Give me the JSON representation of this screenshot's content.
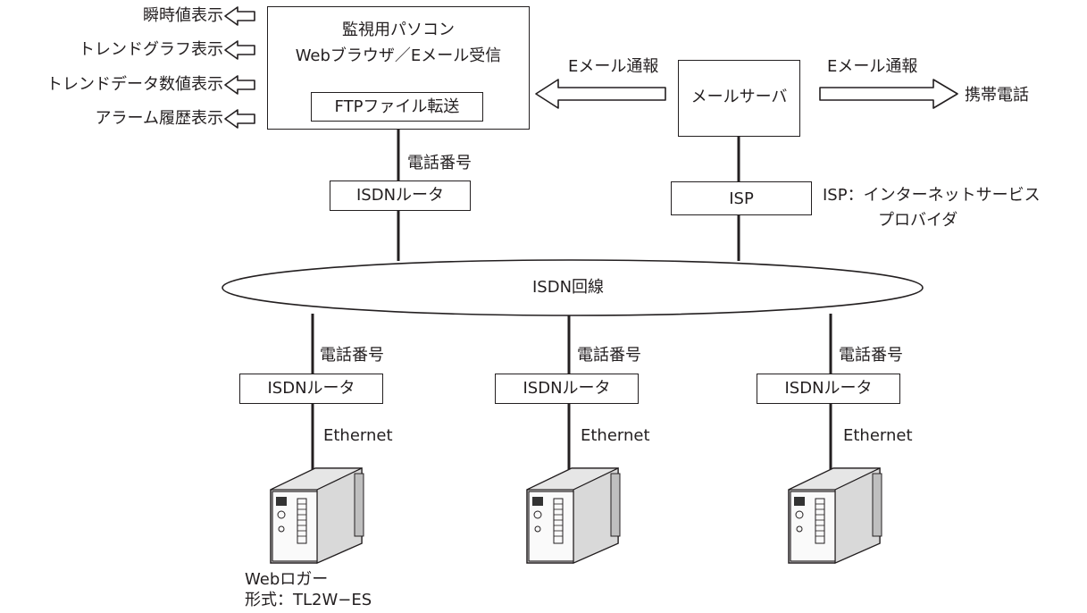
{
  "pc_panel": {
    "title_line1": "監視用パソコン",
    "title_line2": "Webブラウザ／Eメール受信",
    "ftp_box": "FTPファイル転送"
  },
  "display_functions": [
    "瞬時値表示",
    "トレンドグラフ表示",
    "トレンドデータ数値表示",
    "アラーム履歴表示"
  ],
  "mail_server": {
    "label": "メールサーバ",
    "email_notice_left": "Eメール通報",
    "email_notice_right": "Eメール通報",
    "mobile_phone": "携帯電話"
  },
  "isp": {
    "box_label": "ISP",
    "legend_line1": "ISP：インターネットサービス",
    "legend_line2": "プロバイダ"
  },
  "center_link": {
    "phone_number": "電話番号",
    "router": "ISDNルータ"
  },
  "network": {
    "label": "ISDN回線"
  },
  "sites": [
    {
      "phone_number": "電話番号",
      "router": "ISDNルータ",
      "link": "Ethernet"
    },
    {
      "phone_number": "電話番号",
      "router": "ISDNルータ",
      "link": "Ethernet"
    },
    {
      "phone_number": "電話番号",
      "router": "ISDNルータ",
      "link": "Ethernet"
    }
  ],
  "device_caption": {
    "line1": "Webロガー",
    "line2": "形式：TL2W−ES"
  }
}
